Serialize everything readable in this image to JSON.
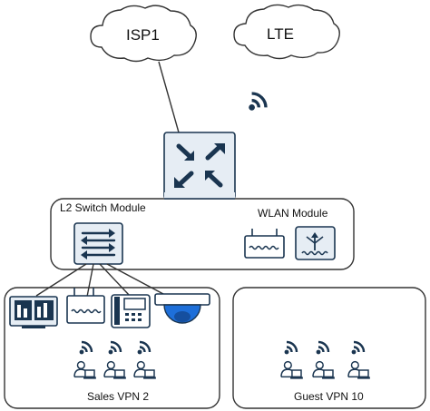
{
  "clouds": {
    "isp1": {
      "label": "ISP1"
    },
    "lte": {
      "label": "LTE"
    }
  },
  "router": {
    "icon": "router-icon"
  },
  "modules": {
    "l2_switch": {
      "label": "L2 Switch Module",
      "icon": "switch-icon"
    },
    "wlan": {
      "label": "WLAN Module",
      "devices": [
        "access-point-icon",
        "wireless-controller-icon"
      ]
    }
  },
  "vpns": [
    {
      "label": "Sales VPN 2",
      "clients": 3
    },
    {
      "label": "Guest VPN 10",
      "clients": 3
    }
  ],
  "sales_devices": [
    "monitor-icon",
    "access-point-icon",
    "ip-phone-icon",
    "camera-icon"
  ],
  "colors": {
    "icon_navy": "#1a3550",
    "icon_fill": "#e6edf4",
    "border": "#333333",
    "device_blue": "#1e6fd9"
  }
}
